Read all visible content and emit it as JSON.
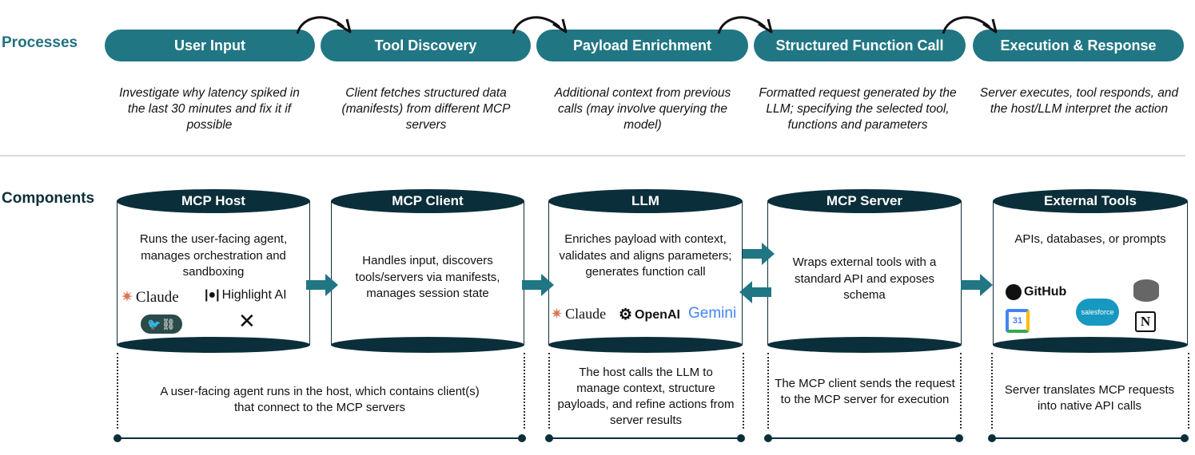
{
  "sections": {
    "processes": "Processes",
    "components": "Components"
  },
  "processes": [
    {
      "label": "User Input",
      "description": "Investigate why latency spiked in the last 30 minutes and fix it if possible"
    },
    {
      "label": "Tool Discovery",
      "description": "Client fetches structured data (manifests) from different MCP servers"
    },
    {
      "label": "Payload Enrichment",
      "description": "Additional context from previous calls (may involve querying the model)"
    },
    {
      "label": "Structured Function Call",
      "description": "Formatted request generated by the LLM; specifying the selected tool, functions and parameters"
    },
    {
      "label": "Execution & Response",
      "description": "Server executes, tool responds, and the host/LLM interpret the action"
    }
  ],
  "components": [
    {
      "title": "MCP Host",
      "description": "Runs the user-facing agent, manages orchestration and sandboxing",
      "logos": [
        "Claude",
        "Highlight AI",
        "parrot-link-logo",
        "bird-logo"
      ]
    },
    {
      "title": "MCP Client",
      "description": "Handles input, discovers tools/servers via manifests, manages session state",
      "logos": []
    },
    {
      "title": "LLM",
      "description": "Enriches payload with context, validates and aligns parameters; generates function call",
      "logos": [
        "Claude",
        "OpenAI",
        "Gemini"
      ]
    },
    {
      "title": "MCP Server",
      "description": "Wraps external tools with a standard API and exposes schema",
      "logos": []
    },
    {
      "title": "External Tools",
      "description": "APIs, databases, or prompts",
      "logos": [
        "GitHub",
        "salesforce",
        "31",
        "database",
        "N"
      ]
    }
  ],
  "bottom_notes": [
    "A user-facing agent runs in the host, which contains client(s) that connect to the MCP servers",
    "The host calls the LLM to manage context, structure payloads, and refine actions from server results",
    "The MCP client sends the request to the MCP server for execution",
    "Server translates MCP requests into native API calls"
  ],
  "logo_text": {
    "claude": "Claude",
    "highlight": "Highlight AI",
    "openai": "OpenAI",
    "gemini": "Gemini",
    "github": "GitHub",
    "salesforce": "salesforce",
    "calendar_day": "31",
    "notion": "N"
  },
  "colors": {
    "teal": "#217684",
    "navy": "#0b2f3a",
    "claude_orange": "#d97757",
    "gemini_blue": "#4285f4"
  }
}
